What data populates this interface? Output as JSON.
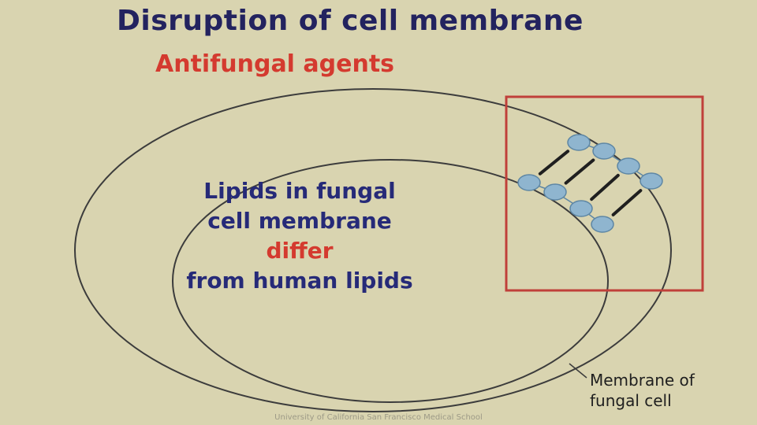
{
  "slide": {
    "title": "Disruption of cell membrane",
    "subtitle": "Antifungal agents",
    "center_lines": [
      "Lipids in fungal",
      "cell membrane",
      "differ",
      "from human lipids"
    ],
    "membrane_label_lines": [
      "Membrane of",
      "fungal cell"
    ],
    "footer": "University of California San Francisco Medical School"
  },
  "colors": {
    "background": "#d9d4b0",
    "title": "#23235f",
    "accent_red": "#d43a2f",
    "body_blue": "#262a78",
    "outline": "#3c3c3c",
    "box": "#c0403a",
    "lipid_head": "#8fb5cf",
    "lipid_head_stroke": "#5d86a4",
    "lipid_tail": "#1f1f1f"
  }
}
